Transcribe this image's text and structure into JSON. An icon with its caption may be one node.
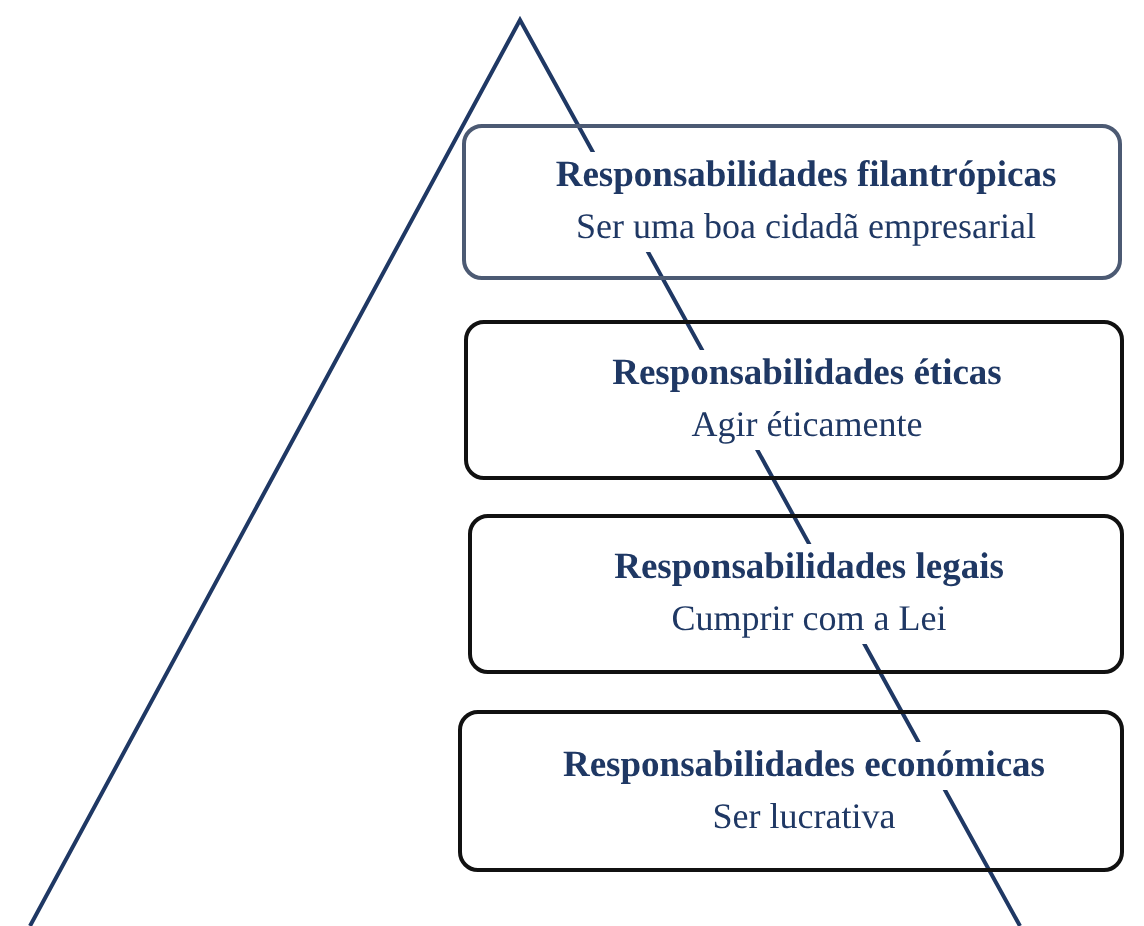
{
  "diagram": {
    "nodes": [
      {
        "text": [
          "Responsabilidades filantrópicas",
          "Ser uma boa cidadã empresarial"
        ]
      },
      {
        "text": [
          "Responsabilidades éticas",
          "Agir éticamente"
        ]
      },
      {
        "text": [
          "Responsabilidades legais",
          "Cumprir com a Lei"
        ]
      },
      {
        "text": [
          "Responsabilidades económicas",
          "Ser lucrativa"
        ]
      }
    ]
  }
}
